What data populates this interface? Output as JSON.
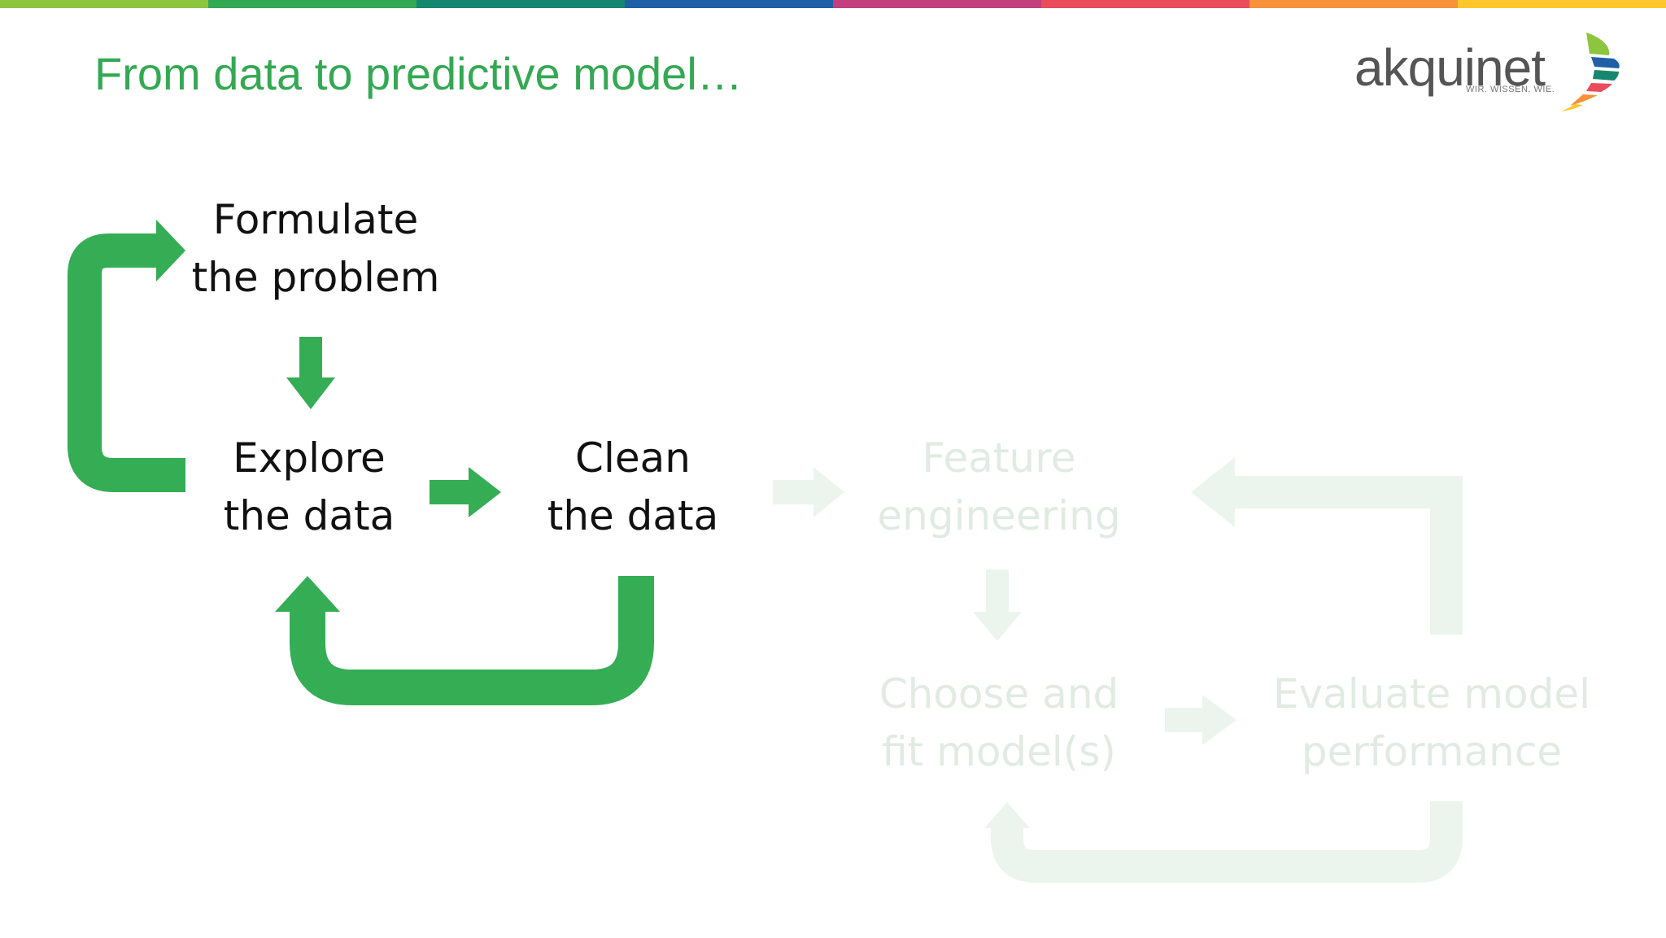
{
  "slide": {
    "title": "From data to predictive model…"
  },
  "logo": {
    "name": "akquinet",
    "tagline": "WIR. WISSEN. WIE."
  },
  "colors": {
    "title": "#34a853",
    "arrow_active": "#34ad55",
    "arrow_faded": "#ebf5ed",
    "text_active": "#111111",
    "text_faded": "#e1ebe3",
    "stripe": [
      "#8cc63f",
      "#34a853",
      "#16876f",
      "#1f5fa6",
      "#c2407e",
      "#ea4c5a",
      "#f7923a",
      "#fcc72c"
    ]
  },
  "steps": {
    "formulate": {
      "line1": "Formulate",
      "line2": "the problem",
      "state": "active"
    },
    "explore": {
      "line1": "Explore",
      "line2": "the data",
      "state": "active"
    },
    "clean": {
      "line1": "Clean",
      "line2": "the data",
      "state": "active"
    },
    "feature": {
      "line1": "Feature",
      "line2": "engineering",
      "state": "faded"
    },
    "choose": {
      "line1": "Choose and",
      "line2": "fit model(s)",
      "state": "faded"
    },
    "evaluate": {
      "line1": "Evaluate model",
      "line2": "performance",
      "state": "faded"
    }
  }
}
